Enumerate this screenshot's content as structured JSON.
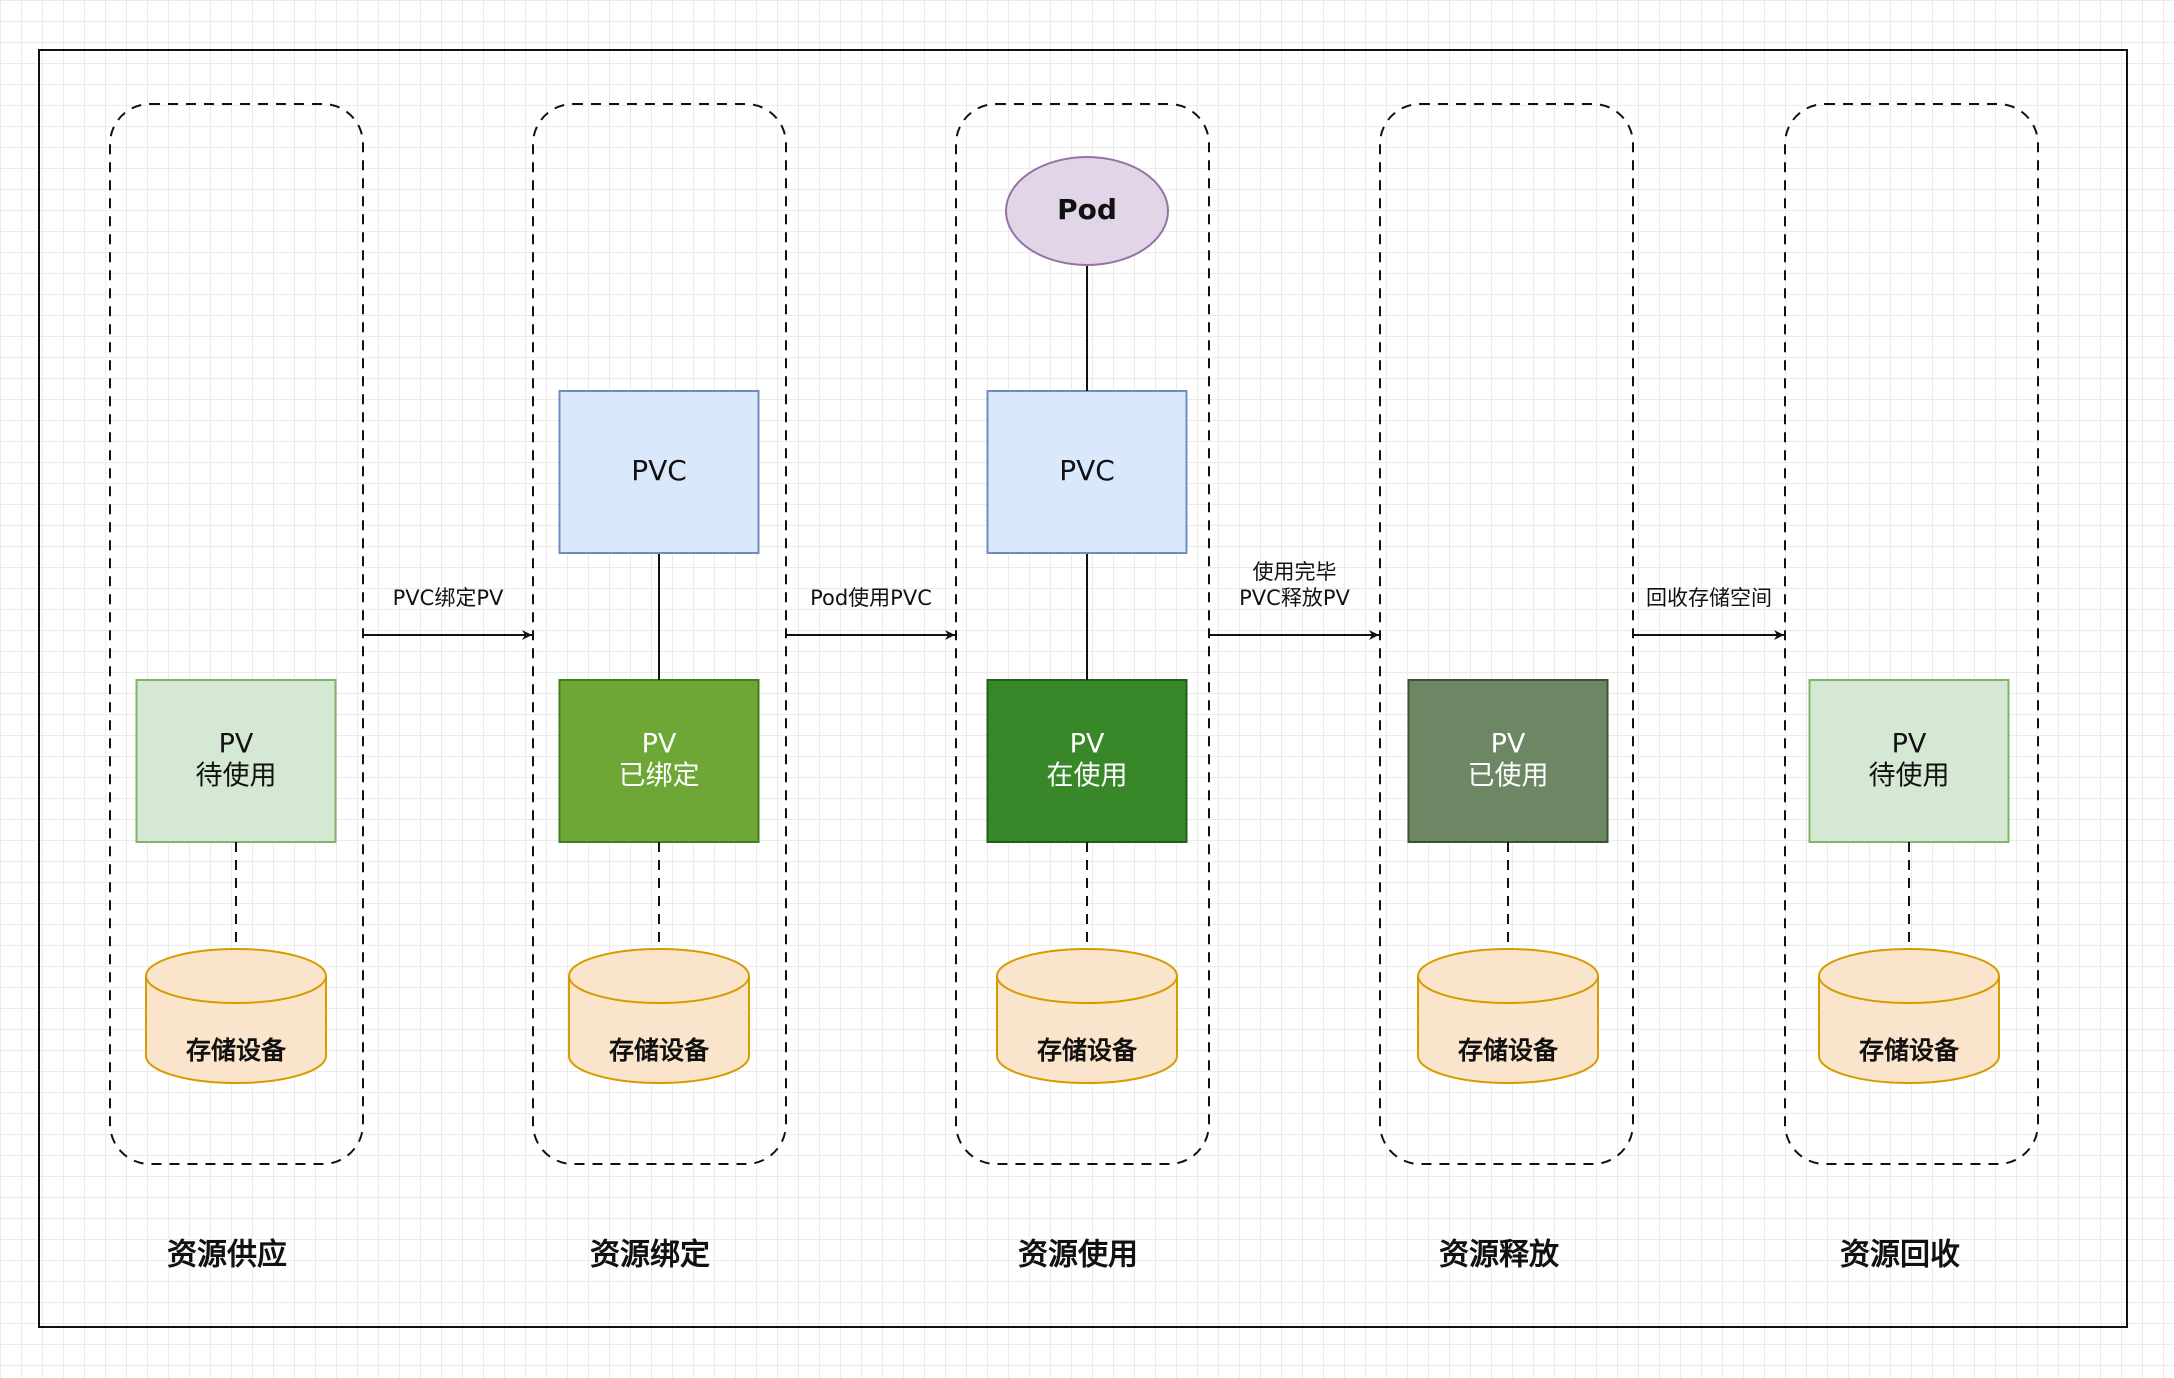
{
  "stages": [
    {
      "pv": {
        "lines": [
          "PV",
          "待使用"
        ],
        "fill": "#d5e8d4",
        "stroke": "#82b366",
        "text_color": "#111111"
      },
      "storage": "存储设备",
      "caption": "资源供应"
    },
    {
      "pvc": "PVC",
      "pv": {
        "lines": [
          "PV",
          "已绑定"
        ],
        "fill": "#6fa736",
        "stroke": "#3f7f1e",
        "text_color": "#ffffff"
      },
      "storage": "存储设备",
      "caption": "资源绑定"
    },
    {
      "pod": "Pod",
      "pvc": "PVC",
      "pv": {
        "lines": [
          "PV",
          "在使用"
        ],
        "fill": "#38882a",
        "stroke": "#1e5f1a",
        "text_color": "#ffffff"
      },
      "storage": "存储设备",
      "caption": "资源使用"
    },
    {
      "pv": {
        "lines": [
          "PV",
          "已使用"
        ],
        "fill": "#6d8764",
        "stroke": "#3a5431",
        "text_color": "#ffffff"
      },
      "storage": "存储设备",
      "caption": "资源释放"
    },
    {
      "pv": {
        "lines": [
          "PV",
          "待使用"
        ],
        "fill": "#d5e8d4",
        "stroke": "#82b366",
        "text_color": "#111111"
      },
      "storage": "存储设备",
      "caption": "资源回收"
    }
  ],
  "transitions": [
    {
      "lines": [
        "PVC绑定PV"
      ]
    },
    {
      "lines": [
        "Pod使用PVC"
      ]
    },
    {
      "lines": [
        "使用完毕",
        "PVC释放PV"
      ]
    },
    {
      "lines": [
        "回收存储空间"
      ]
    }
  ],
  "colors": {
    "pvc_fill": "#dae8fc",
    "pvc_stroke": "#6c8ebf",
    "pod_fill": "#e1d5e7",
    "pod_stroke": "#9673a6",
    "storage_fill": "#fae5cc",
    "storage_stroke": "#d79b00",
    "line": "#111111"
  }
}
